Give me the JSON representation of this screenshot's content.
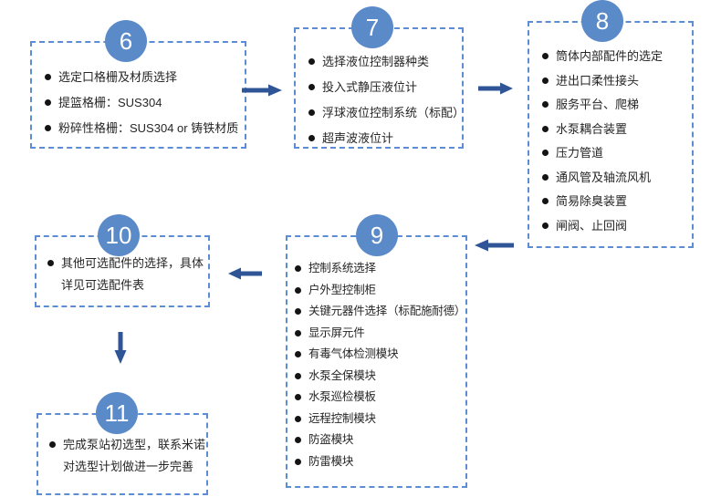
{
  "colors": {
    "circle_fill": "#5B8AC9",
    "dashed_border": "#5C8DD2",
    "arrow": "#2F5597",
    "text": "#262626"
  },
  "steps": [
    {
      "number": "6",
      "items": [
        "选定口格栅及材质选择",
        "提篮格栅：SUS304",
        "粉碎性格栅：SUS304 or 铸铁材质"
      ]
    },
    {
      "number": "7",
      "items": [
        "选择液位控制器种类",
        "投入式静压液位计",
        "浮球液位控制系统（标配）",
        "超声波液位计"
      ]
    },
    {
      "number": "8",
      "items": [
        "筒体内部配件的选定",
        "进出口柔性接头",
        "服务平台、爬梯",
        "水泵耦合装置",
        "压力管道",
        "通风管及轴流风机",
        "简易除臭装置",
        "闸阀、止回阀"
      ]
    },
    {
      "number": "9",
      "items": [
        "控制系统选择",
        "户外型控制柜",
        "关键元器件选择（标配施耐德）",
        "显示屏元件",
        "有毒气体检测模块",
        "水泵全保模块",
        "水泵巡检模板",
        "远程控制模块",
        "防盗模块",
        "防雷模块"
      ]
    },
    {
      "number": "10",
      "text_lines": [
        "其他可选配件的选择，具体",
        "详见可选配件表"
      ]
    },
    {
      "number": "11",
      "text_lines": [
        "完成泵站初选型，联系米诺",
        "对选型计划做进一步完善"
      ]
    }
  ],
  "arrows": [
    {
      "name": "arrow-6-to-7",
      "direction": "right"
    },
    {
      "name": "arrow-7-to-8",
      "direction": "right"
    },
    {
      "name": "arrow-8-to-9",
      "direction": "left"
    },
    {
      "name": "arrow-9-to-10",
      "direction": "left"
    },
    {
      "name": "arrow-10-to-11",
      "direction": "down"
    }
  ]
}
